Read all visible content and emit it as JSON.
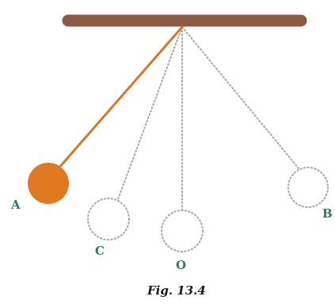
{
  "figure": {
    "caption": "Fig. 13.4"
  },
  "labels": {
    "a": "A",
    "b": "B",
    "c": "C",
    "o": "O"
  },
  "colors": {
    "support": "#8a5a44",
    "bob_fill": "#e07a22",
    "string": "#d2782f",
    "dotted": "#a8a8a8",
    "label": "#2e7d5b"
  }
}
